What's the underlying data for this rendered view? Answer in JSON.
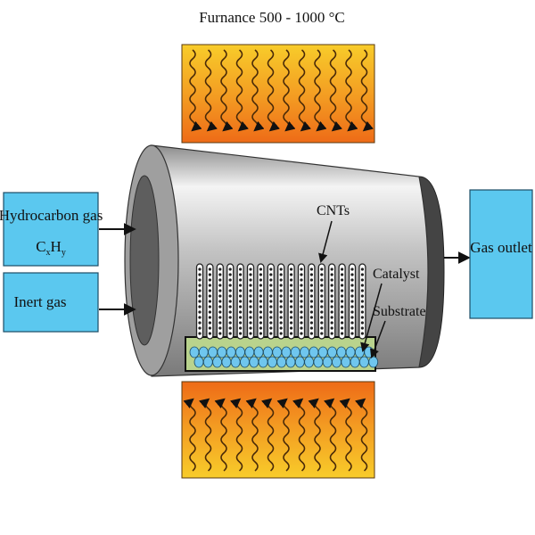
{
  "title": "Furnance 500 - 1000 °C",
  "inputs": [
    {
      "line1": "Hydrocarbon gas",
      "formula_c": "C",
      "formula_x": "x",
      "formula_h": "H",
      "formula_y": "y"
    },
    {
      "line1": "Inert gas"
    }
  ],
  "outlet": "Gas outlet",
  "labels": {
    "cnts": "CNTs",
    "catalyst": "Catalyst",
    "substrate": "Substrate"
  },
  "colors": {
    "box_fill": "#5bc8ef",
    "heater_orange": "#f08a1e",
    "heater_yellow": "#f8cc2a",
    "tube_gray": "#a6a6a6",
    "substrate_green": "#b9d38d",
    "catalyst_blue": "#6fc6ee"
  }
}
